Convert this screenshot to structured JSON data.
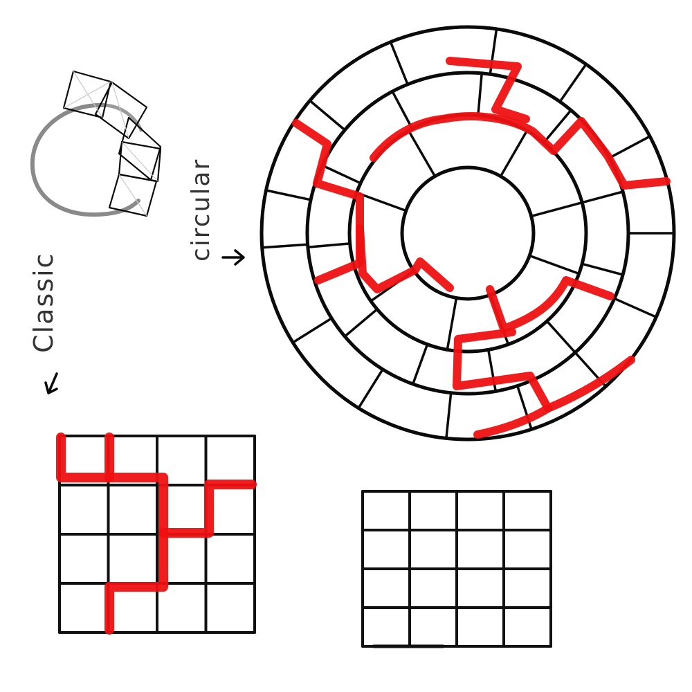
{
  "labels": {
    "circular": "circular",
    "classic": "Classic"
  },
  "colors": {
    "ink": "#0a0a0a",
    "path": "#ee1111",
    "paper": "#ffffff"
  },
  "circular_maze": {
    "rings": 4,
    "solution_color": "path"
  },
  "classic_maze": {
    "rows": 4,
    "cols": 4,
    "solution_color": "path"
  },
  "blank_grid": {
    "rows": 4,
    "cols": 4
  }
}
